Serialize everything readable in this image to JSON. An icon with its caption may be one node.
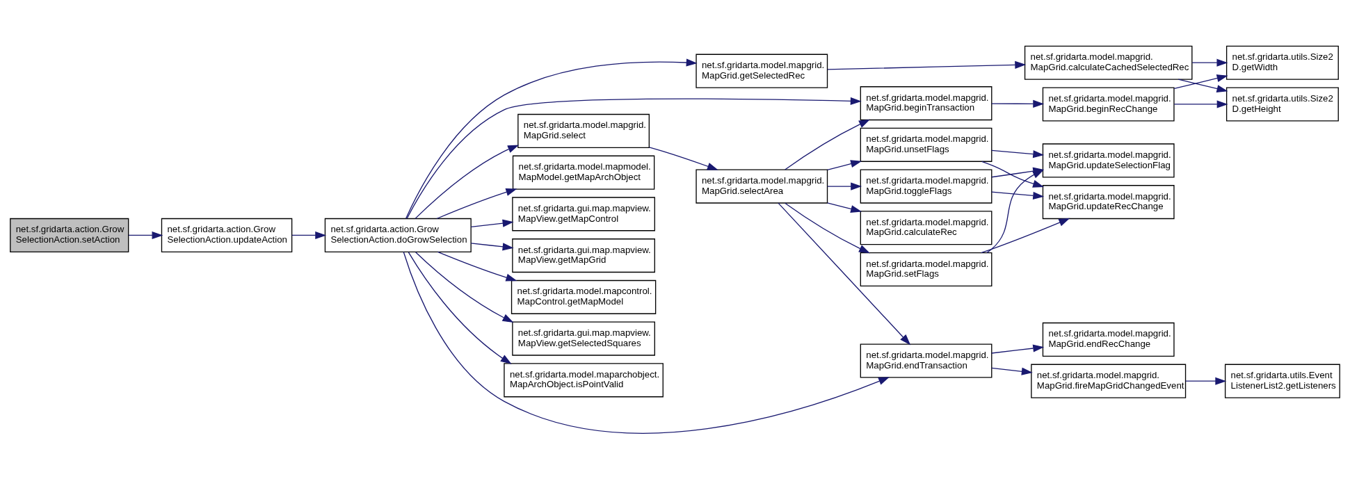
{
  "diagram": {
    "nodes": [
      {
        "text": [
          "net.sf.gridarta.action.Grow SelectionAction.setAction"
        ]
      },
      {
        "text": [
          "net.sf.gridarta.action.Grow SelectionAction.updateAction"
        ]
      },
      {
        "text": [
          "net.sf.gridarta.action.Grow SelectionAction.doGrowSelection"
        ]
      },
      {
        "text": [
          "net.sf.gridarta.model.mapgrid. MapGrid.getSelectedRec"
        ]
      },
      {
        "text": [
          "net.sf.gridarta.model.mapgrid. MapGrid.beginTransaction"
        ]
      },
      {
        "text": [
          "net.sf.gridarta.model.mapgrid. MapGrid.select"
        ]
      },
      {
        "text": [
          "net.sf.gridarta.model.mapmodel. MapModel.getMapArchObject"
        ]
      },
      {
        "text": [
          "net.sf.gridarta.gui.map.mapview. MapView.getMapControl"
        ]
      },
      {
        "text": [
          "net.sf.gridarta.gui.map.mapview. MapView.getMapGrid"
        ]
      },
      {
        "text": [
          "net.sf.gridarta.model.mapcontrol. MapControl.getMapModel"
        ]
      },
      {
        "text": [
          "net.sf.gridarta.gui.map.mapview. MapView.getSelectedSquares"
        ]
      },
      {
        "text": [
          "net.sf.gridarta.model.maparchobject. MapArchObject.isPointValid"
        ]
      },
      {
        "text": [
          "net.sf.gridarta.model.mapgrid. MapGrid.endTransaction"
        ]
      },
      {
        "text": [
          "net.sf.gridarta.model.mapgrid. MapGrid.calculateCachedSelectedRec"
        ]
      },
      {
        "text": [
          "net.sf.gridarta.model.mapgrid. MapGrid.beginRecChange"
        ]
      },
      {
        "text": [
          "net.sf.gridarta.model.mapgrid. MapGrid.selectArea"
        ]
      },
      {
        "text": [
          "net.sf.gridarta.model.mapgrid. MapGrid.setFlags"
        ]
      },
      {
        "text": [
          "net.sf.gridarta.model.mapgrid. MapGrid.calculateRec"
        ]
      },
      {
        "text": [
          "net.sf.gridarta.model.mapgrid. MapGrid.unsetFlags"
        ]
      },
      {
        "text": [
          "net.sf.gridarta.model.mapgrid. MapGrid.toggleFlags"
        ]
      },
      {
        "text": [
          "net.sf.gridarta.model.mapgrid. MapGrid.endRecChange"
        ]
      },
      {
        "text": [
          "net.sf.gridarta.model.mapgrid. MapGrid.fireMapGridChangedEvent"
        ]
      },
      {
        "text": [
          "net.sf.gridarta.utils.Size2 D.getHeight"
        ]
      },
      {
        "text": [
          "net.sf.gridarta.utils.Size2 D.getWidth"
        ]
      },
      {
        "text": [
          "net.sf.gridarta.model.mapgrid. MapGrid.updateSelectionFlag"
        ]
      },
      {
        "text": [
          "net.sf.gridarta.model.mapgrid. MapGrid.updateRecChange"
        ]
      },
      {
        "text": [
          "net.sf.gridarta.utils.Event ListenerList2.getListeners"
        ]
      }
    ],
    "edges": [
      {
        "from": 0,
        "to": 1,
        "arrow": "to"
      },
      {
        "from": 1,
        "to": 2,
        "arrow": "to"
      },
      {
        "from": 2,
        "to": 3,
        "arrow": "to"
      },
      {
        "from": 2,
        "to": 4,
        "arrow": "to"
      },
      {
        "from": 2,
        "to": 5,
        "arrow": "to"
      },
      {
        "from": 2,
        "to": 12,
        "arrow": "to"
      },
      {
        "from": 2,
        "to": 6,
        "arrow": "to"
      },
      {
        "from": 2,
        "to": 7,
        "arrow": "to"
      },
      {
        "from": 2,
        "to": 8,
        "arrow": "to"
      },
      {
        "from": 2,
        "to": 9,
        "arrow": "to"
      },
      {
        "from": 2,
        "to": 10,
        "arrow": "to"
      },
      {
        "from": 2,
        "to": 11,
        "arrow": "to"
      },
      {
        "from": 3,
        "to": 13,
        "arrow": "to"
      },
      {
        "from": 13,
        "to": 22,
        "arrow": "to"
      },
      {
        "from": 13,
        "to": 23,
        "arrow": "to"
      },
      {
        "from": 4,
        "to": 14,
        "arrow": "to"
      },
      {
        "from": 14,
        "to": 22,
        "arrow": "to"
      },
      {
        "from": 14,
        "to": 23,
        "arrow": "to"
      },
      {
        "from": 5,
        "to": 15,
        "arrow": "to"
      },
      {
        "from": 15,
        "to": 4,
        "arrow": "to"
      },
      {
        "from": 15,
        "to": 16,
        "arrow": "to"
      },
      {
        "from": 15,
        "to": 17,
        "arrow": "to"
      },
      {
        "from": 15,
        "to": 18,
        "arrow": "to"
      },
      {
        "from": 15,
        "to": 19,
        "arrow": "to"
      },
      {
        "from": 15,
        "to": 12,
        "arrow": "to"
      },
      {
        "from": 16,
        "to": 24,
        "arrow": "to"
      },
      {
        "from": 16,
        "to": 25,
        "arrow": "to"
      },
      {
        "from": 18,
        "to": 24,
        "arrow": "to"
      },
      {
        "from": 18,
        "to": 25,
        "arrow": "to"
      },
      {
        "from": 19,
        "to": 24,
        "arrow": "to"
      },
      {
        "from": 19,
        "to": 25,
        "arrow": "to"
      },
      {
        "from": 12,
        "to": 20,
        "arrow": "to"
      },
      {
        "from": 12,
        "to": 21,
        "arrow": "to"
      },
      {
        "from": 21,
        "to": 26,
        "arrow": "to"
      }
    ]
  }
}
